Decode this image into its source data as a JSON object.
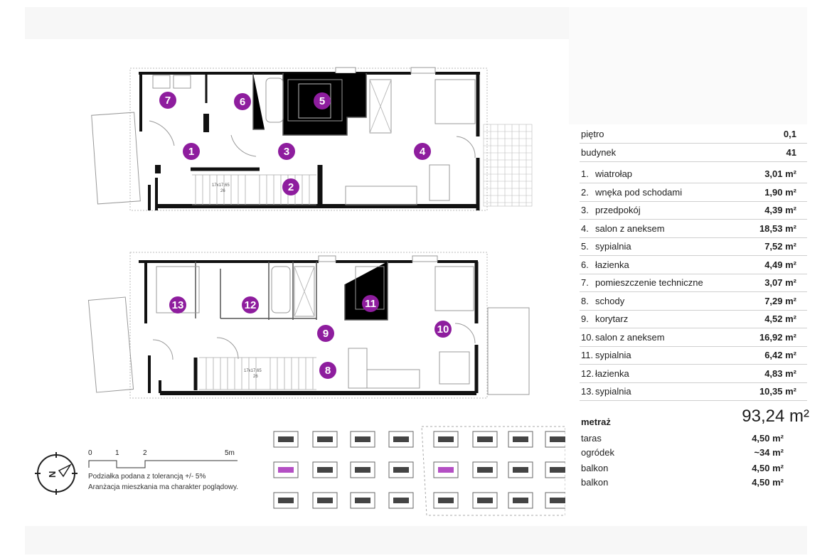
{
  "rooms_table": [
    {
      "num": "1.",
      "name": "wiatrołap",
      "area": "3,01 m²"
    },
    {
      "num": "2.",
      "name": "wnęka pod schodami",
      "area": "1,90 m²"
    },
    {
      "num": "3.",
      "name": "przedpokój",
      "area": "4,39 m²"
    },
    {
      "num": "4.",
      "name": "salon z aneksem",
      "area": "18,53 m²"
    },
    {
      "num": "5.",
      "name": "sypialnia",
      "area": "7,52 m²"
    },
    {
      "num": "6.",
      "name": "łazienka",
      "area": "4,49 m²"
    },
    {
      "num": "7.",
      "name": "pomieszczenie techniczne",
      "area": "3,07 m²"
    },
    {
      "num": "8.",
      "name": "schody",
      "area": "7,29 m²"
    },
    {
      "num": "9.",
      "name": "korytarz",
      "area": "4,52 m²"
    },
    {
      "num": "10.",
      "name": "salon z aneksem",
      "area": "16,92 m²"
    },
    {
      "num": "11.",
      "name": "sypialnia",
      "area": "6,42 m²"
    },
    {
      "num": "12.",
      "name": "łazienka",
      "area": "4,83 m²"
    },
    {
      "num": "13.",
      "name": "sypialnia",
      "area": "10,35 m²"
    }
  ],
  "header": {
    "floor_label": "piętro",
    "floor_value": "0,1",
    "building_label": "budynek",
    "building_value": "41"
  },
  "total": {
    "label": "metraż",
    "value": "93,24 m²"
  },
  "extras": [
    {
      "label": "taras",
      "value": "4,50 m²"
    },
    {
      "label": "ogródek",
      "value": "~34 m²"
    },
    {
      "label": "balkon",
      "value": "4,50 m²"
    },
    {
      "label": "balkon",
      "value": "4,50 m²"
    }
  ],
  "plan_badges": {
    "ground": [
      "1",
      "2",
      "3",
      "4",
      "5",
      "6",
      "7"
    ],
    "upper": [
      "8",
      "9",
      "10",
      "11",
      "12",
      "13"
    ]
  },
  "stairs_label": "17x17,65\n26",
  "scale": {
    "ticks": [
      "0",
      "1",
      "2",
      "5m"
    ]
  },
  "notes": {
    "line1": "Podziałka podana z tolerancją +/- 5%",
    "line2": "Aranżacja mieszkania ma charakter poglądowy."
  },
  "compass_letter": "N",
  "colors": {
    "badge": "#8e1d9e",
    "wall": "#111111",
    "highlight": "#b44fc4",
    "divider": "#cfcfcf"
  },
  "minimap": {
    "highlight_unit": "current apartment"
  }
}
